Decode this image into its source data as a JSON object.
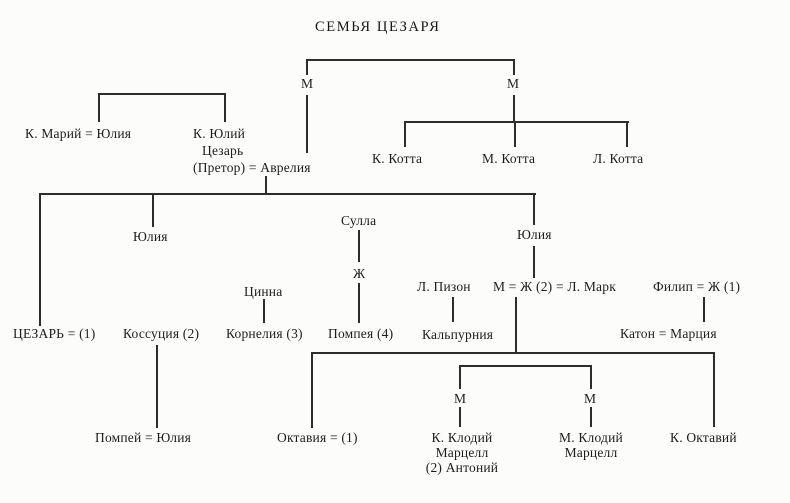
{
  "title": "СЕМЬЯ ЦЕЗАРЯ",
  "colors": {
    "ink": "#1c1c1c",
    "line": "#2d2d2d",
    "background": "#fcfcfb"
  },
  "nodes": {
    "m_top_left": "М",
    "m_top_right": "М",
    "mariy_yuliya": "К. Марий = Юлия",
    "yuliy_caesar_line1": "К. Юлий",
    "yuliy_caesar_line2": "Цезарь",
    "yuliy_caesar_line3": "(Претор) = Аврелия",
    "k_kotta": "К. Котта",
    "m_kotta": "М. Котта",
    "l_kotta": "Л. Котта",
    "yuliya_left": "Юлия",
    "sulla": "Сулла",
    "zh_sulla": "Ж",
    "yuliya_right": "Юлия",
    "cinna": "Цинна",
    "l_pizon": "Л. Пизон",
    "m_zh2_l_mark": "М = Ж (2) = Л. Марк",
    "filip_zh1": "Филип = Ж (1)",
    "cezar_1": "ЦЕЗАРЬ = (1)",
    "kossuciya_2": "Коссуция (2)",
    "korneliya_3": "Корнелия (3)",
    "pompeya_4": "Помпея (4)",
    "kalpurniya": "Кальпурния",
    "katon_marciya": "Катон = Марция",
    "pompey_yuliya": "Помпей = Юлия",
    "oktaviya_1": "Октавия = (1)",
    "m_lower_left": "М",
    "m_lower_right": "М",
    "k_klodiy_marcell": "К. Клодий\nМарцелл\n(2) Антоний",
    "m_klodiy_marcell": "М. Клодий\nМарцелл",
    "k_oktaviy": "К. Октавий"
  }
}
